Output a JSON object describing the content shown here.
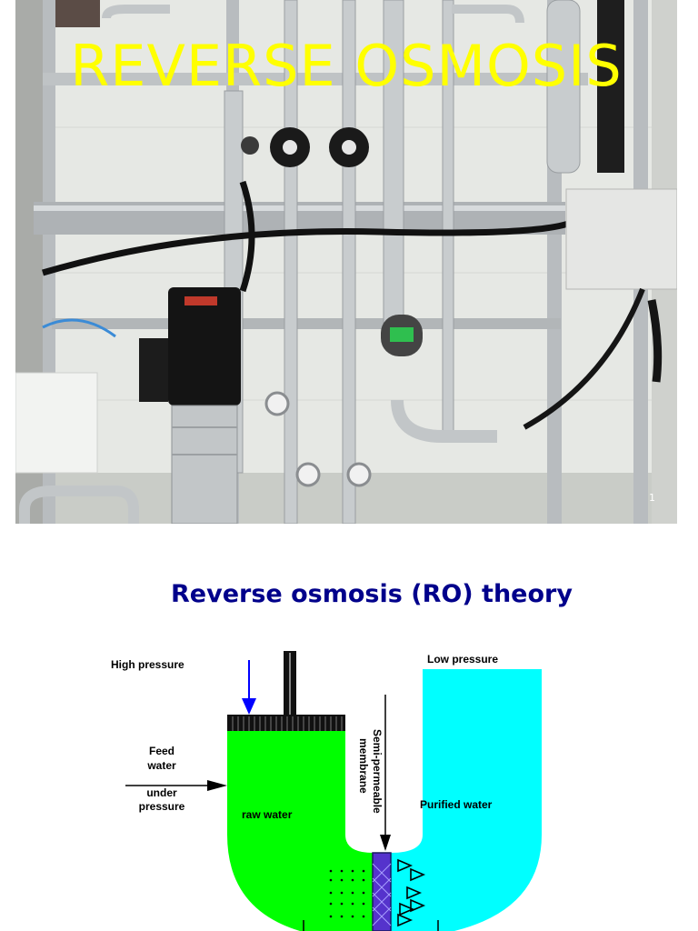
{
  "slide_1": {
    "title": "REVERSE  OSMOSIS",
    "slide_number": "1",
    "colors": {
      "title": "#ffff00"
    }
  },
  "slide_2": {
    "title": "Reverse osmosis (RO) theory",
    "colors": {
      "title": "#00008b",
      "raw_water": "#00ff00",
      "purified_water": "#00ffff",
      "membrane": "#5533cc",
      "pressure_arrow": "#0000ff"
    },
    "diagram": {
      "high_pressure": "High pressure",
      "low_pressure": "Low pressure",
      "feed_water_line1": "Feed",
      "feed_water_line2": "water",
      "under_pressure_line1": "under",
      "under_pressure_line2": "pressure",
      "raw_water": "raw water",
      "purified_water": "Purified water",
      "membrane_line1": "Semi-permeable",
      "membrane_line2": "membrane"
    }
  }
}
